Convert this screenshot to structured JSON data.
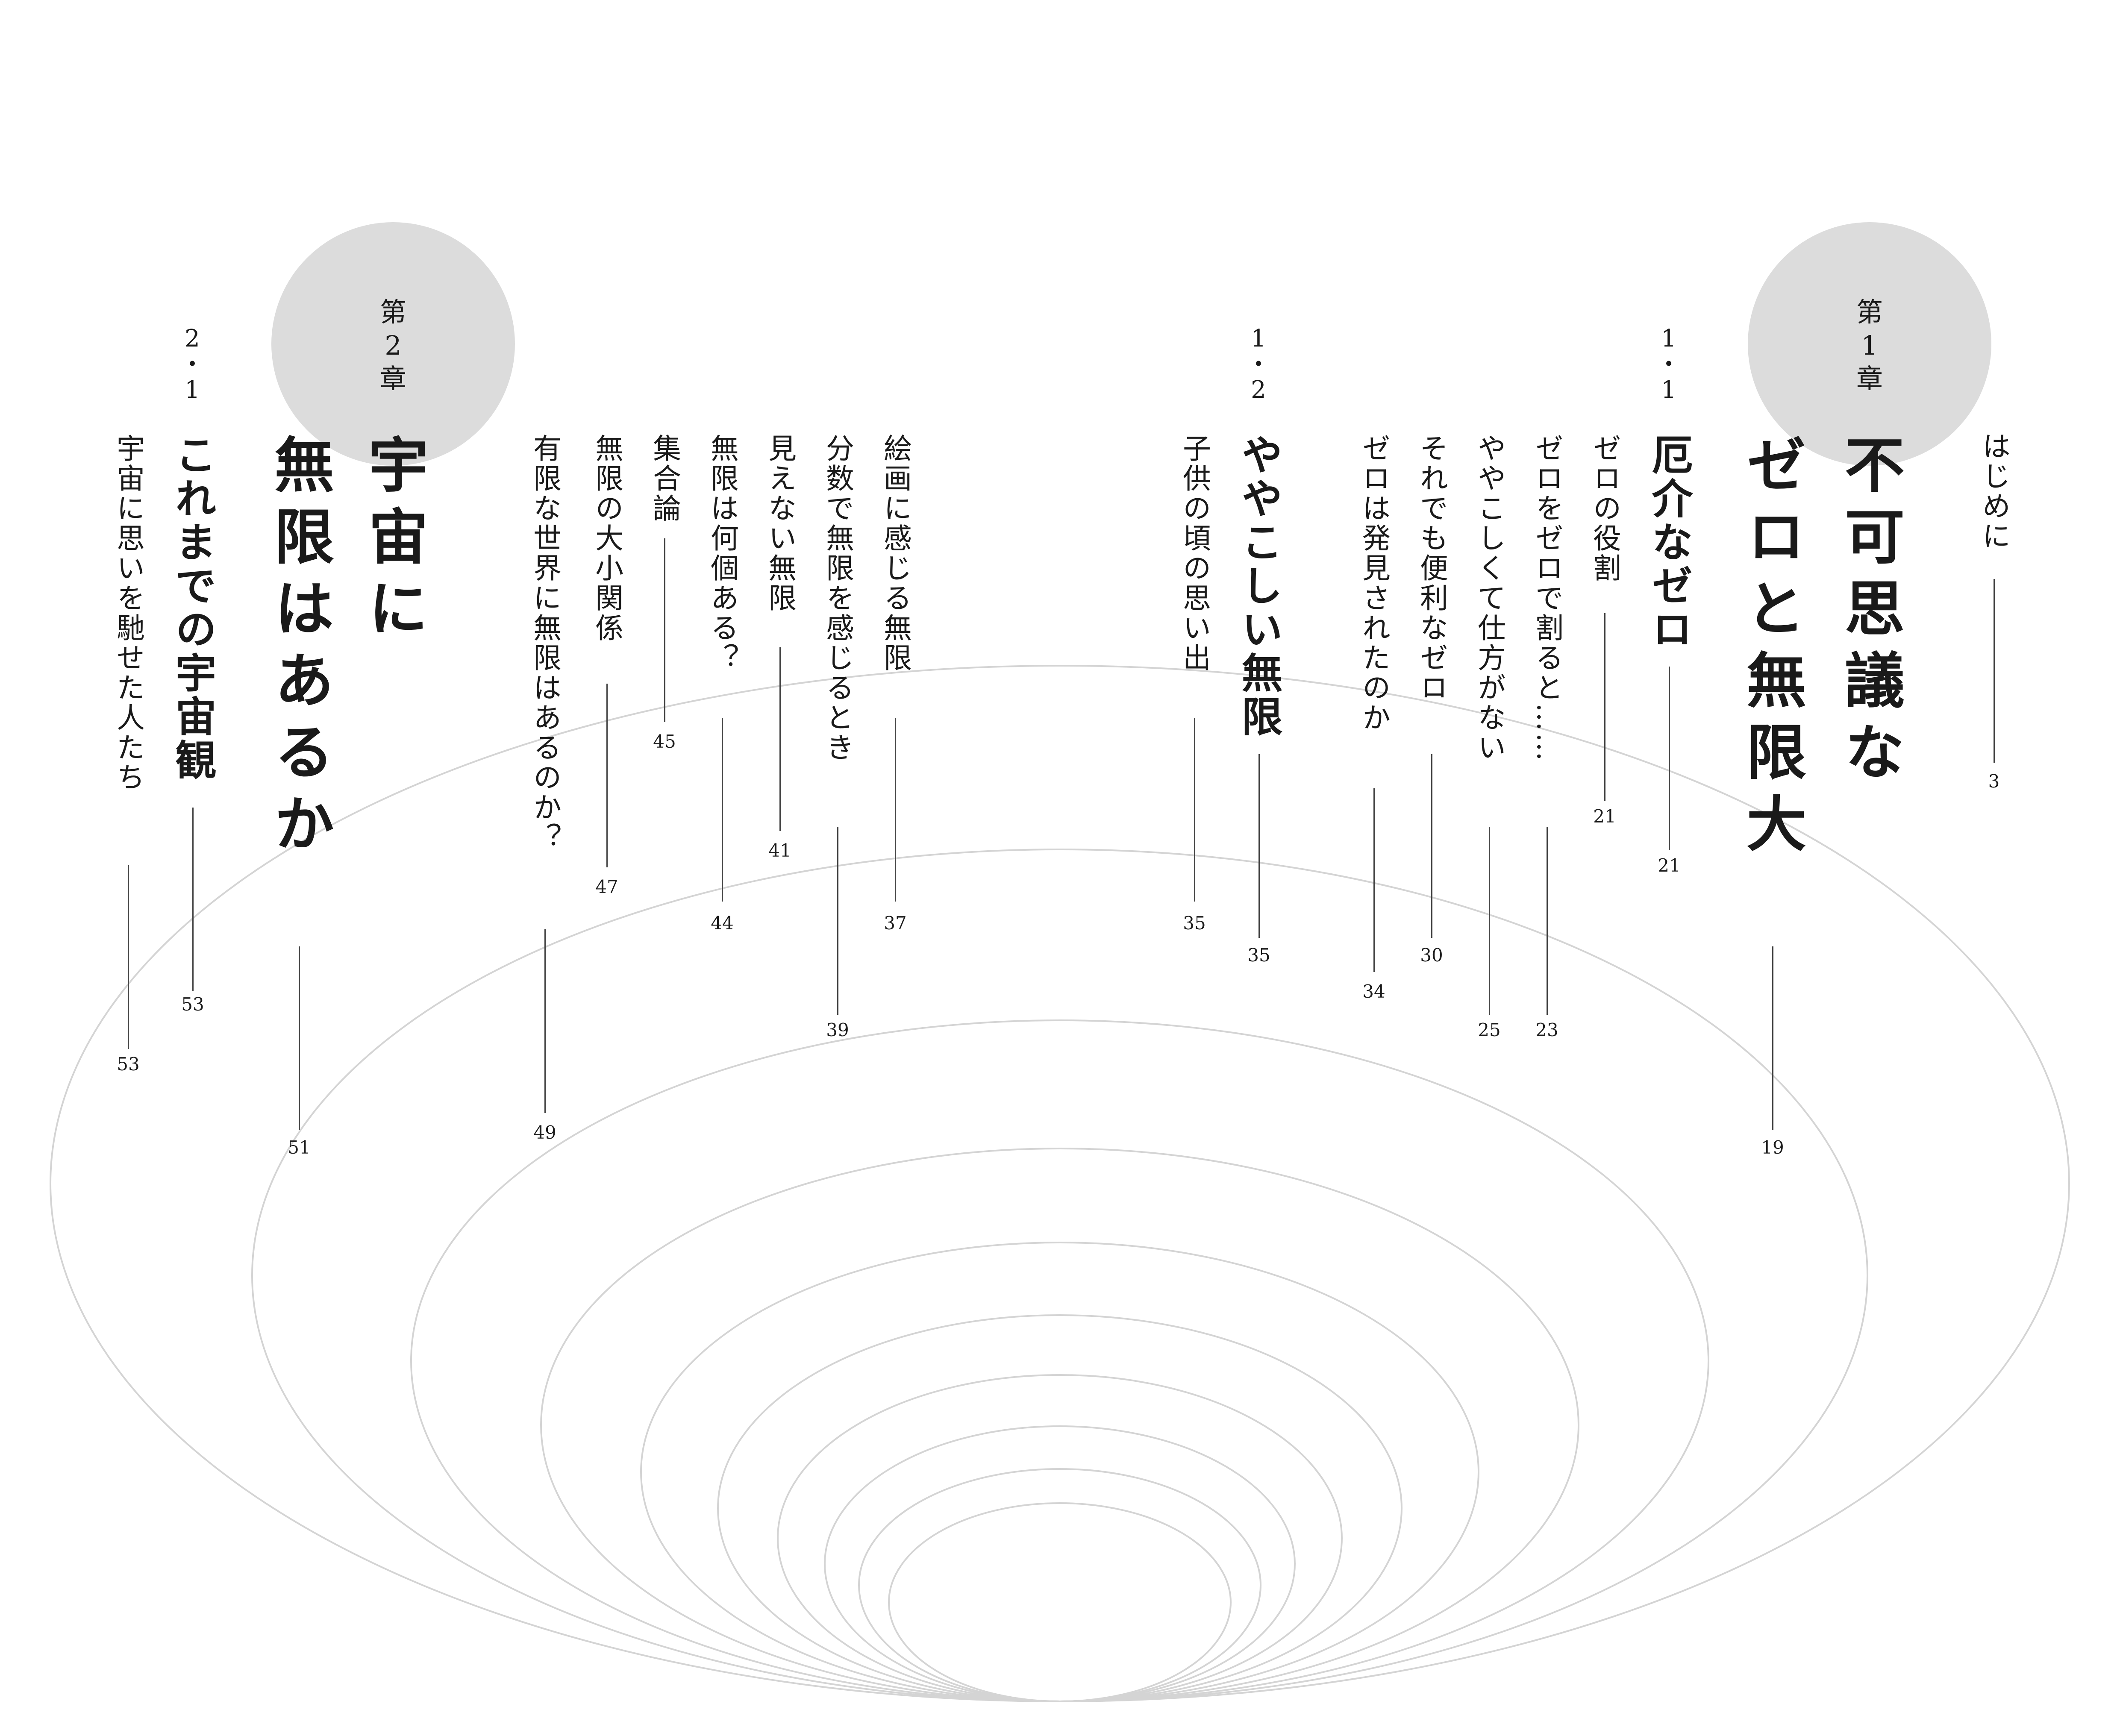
{
  "intro": {
    "label": "はじめに",
    "page": "3"
  },
  "chapters": [
    {
      "prefix": "第",
      "number": "1",
      "suffix": "章",
      "title_line1": "不可思議な",
      "title_line2": "ゼロと無限大",
      "page": "19",
      "sections": [
        {
          "number_top": "1",
          "number_bottom": "1",
          "title": "厄介なゼロ",
          "page": "21",
          "items": [
            {
              "label": "ゼロの役割",
              "page": "21"
            },
            {
              "label": "ゼロをゼロで割ると……",
              "page": "23"
            },
            {
              "label": "ややこしくて仕方がない",
              "page": "25"
            },
            {
              "label": "それでも便利なゼロ",
              "page": "30"
            },
            {
              "label": "ゼロは発見されたのか",
              "page": "34"
            }
          ]
        },
        {
          "number_top": "1",
          "number_bottom": "2",
          "title": "ややこしい無限",
          "page": "35",
          "items": [
            {
              "label": "子供の頃の思い出",
              "page": "35"
            },
            {
              "label": "絵画に感じる無限",
              "page": "37"
            },
            {
              "label": "分数で無限を感じるとき",
              "page": "39"
            },
            {
              "label": "見えない無限",
              "page": "41"
            },
            {
              "label": "無限は何個ある？",
              "page": "44"
            },
            {
              "label": "集合論",
              "page": "45"
            },
            {
              "label": "無限の大小関係",
              "page": "47"
            },
            {
              "label": "有限な世界に無限はあるのか？",
              "page": "49"
            }
          ]
        }
      ]
    },
    {
      "prefix": "第",
      "number": "2",
      "suffix": "章",
      "title_line1": "宇宙に",
      "title_line2": "無限はあるか",
      "page": "51",
      "sections": [
        {
          "number_top": "2",
          "number_bottom": "1",
          "title": "これまでの宇宙観",
          "page": "53",
          "items": [
            {
              "label": "宇宙に思いを馳せた人たち",
              "page": "53"
            }
          ]
        }
      ]
    }
  ],
  "colors": {
    "badge": "#dcdcdc",
    "rings": "#d4d4d4",
    "text": "#1a1a1a"
  }
}
